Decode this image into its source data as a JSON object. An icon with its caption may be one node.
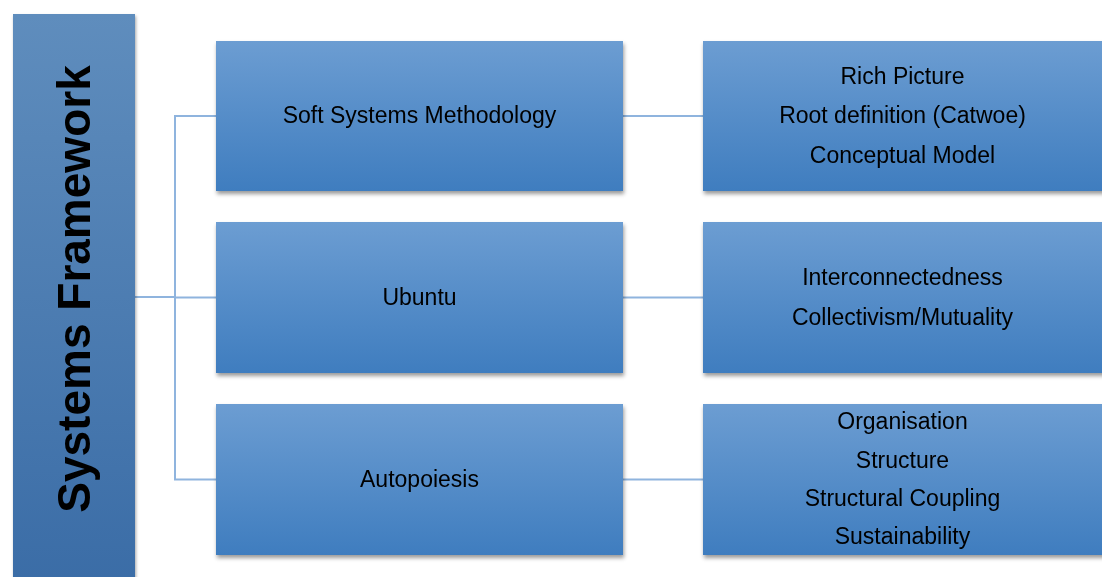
{
  "diagram": {
    "nodes": [
      {
        "text": [
          "Systems Framework"
        ]
      },
      {
        "text": [
          "Soft Systems Methodology"
        ]
      },
      {
        "text": [
          "Ubuntu"
        ]
      },
      {
        "text": [
          "Autopoiesis"
        ]
      },
      {
        "text": [
          "Rich Picture",
          "Root definition (Catwoe)",
          "Conceptual Model"
        ]
      },
      {
        "text": [
          "Interconnectedness",
          "Collectivism/Mutuality"
        ]
      },
      {
        "text": [
          "Organisation",
          "Structure",
          "Structural Coupling",
          "Sustainability"
        ]
      }
    ],
    "edges": [
      {
        "from": 0,
        "to": 1,
        "arrow": "none"
      },
      {
        "from": 0,
        "to": 2,
        "arrow": "none"
      },
      {
        "from": 0,
        "to": 3,
        "arrow": "none"
      },
      {
        "from": 1,
        "to": 4,
        "arrow": "none"
      },
      {
        "from": 2,
        "to": 5,
        "arrow": "none"
      },
      {
        "from": 3,
        "to": 6,
        "arrow": "none"
      }
    ]
  }
}
